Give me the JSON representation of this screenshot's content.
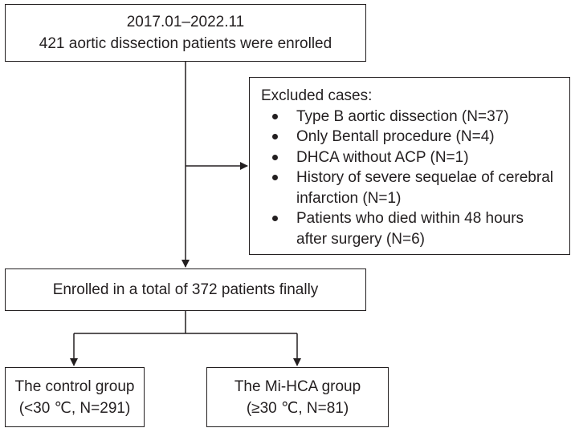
{
  "enrolled_box": {
    "line1": "2017.01–2022.11",
    "line2": "421 aortic dissection patients were enrolled"
  },
  "excluded_box": {
    "title": "Excluded cases:",
    "items": [
      {
        "line1": "Type B aortic dissection (N=37)",
        "line2": ""
      },
      {
        "line1": "Only Bentall procedure (N=4)",
        "line2": ""
      },
      {
        "line1": "DHCA without ACP (N=1)",
        "line2": ""
      },
      {
        "line1": "History of severe sequelae of cerebral",
        "line2": "infarction (N=1)"
      },
      {
        "line1": "Patients who died within 48 hours",
        "line2": "after surgery (N=6)"
      }
    ]
  },
  "final_box": {
    "text": "Enrolled in a total of 372 patients finally"
  },
  "control_box": {
    "line1": "The control group",
    "line2": "(<30 ℃, N=291)"
  },
  "mihca_box": {
    "line1": "The Mi-HCA group",
    "line2": "(≥30 ℃, N=81)"
  },
  "colors": {
    "stroke": "#231f20",
    "background": "#ffffff"
  }
}
